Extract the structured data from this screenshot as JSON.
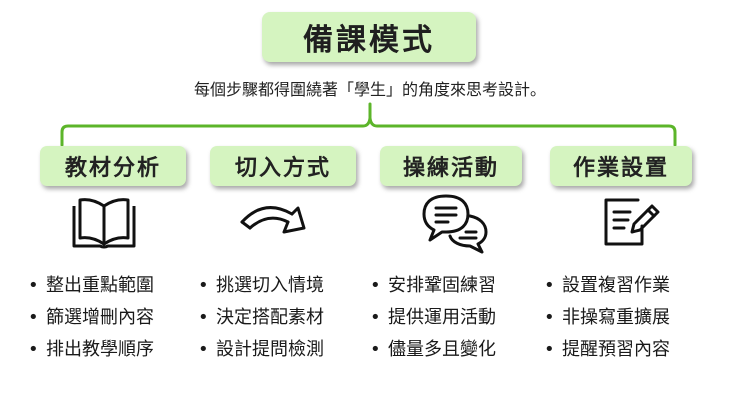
{
  "title": "備課模式",
  "subtitle": "每個步驟都得圍繞著「學生」的角度來思考設計。",
  "accent_color": "#5cb52a",
  "box_color": "#d5f4c0",
  "bullet": "•",
  "columns": [
    {
      "label": "教材分析",
      "icon": "open-book-icon",
      "items": [
        "整出重點範圍",
        "篩選增刪內容",
        "排出教學順序"
      ]
    },
    {
      "label": "切入方式",
      "icon": "curved-arrow-icon",
      "items": [
        "挑選切入情境",
        "決定搭配素材",
        "設計提問檢測"
      ]
    },
    {
      "label": "操練活動",
      "icon": "chat-bubbles-icon",
      "items": [
        "安排鞏固練習",
        "提供運用活動",
        "儘量多且變化"
      ]
    },
    {
      "label": "作業設置",
      "icon": "document-pen-icon",
      "items": [
        "設置複習作業",
        "非操寫重擴展",
        "提醒預習內容"
      ]
    }
  ]
}
